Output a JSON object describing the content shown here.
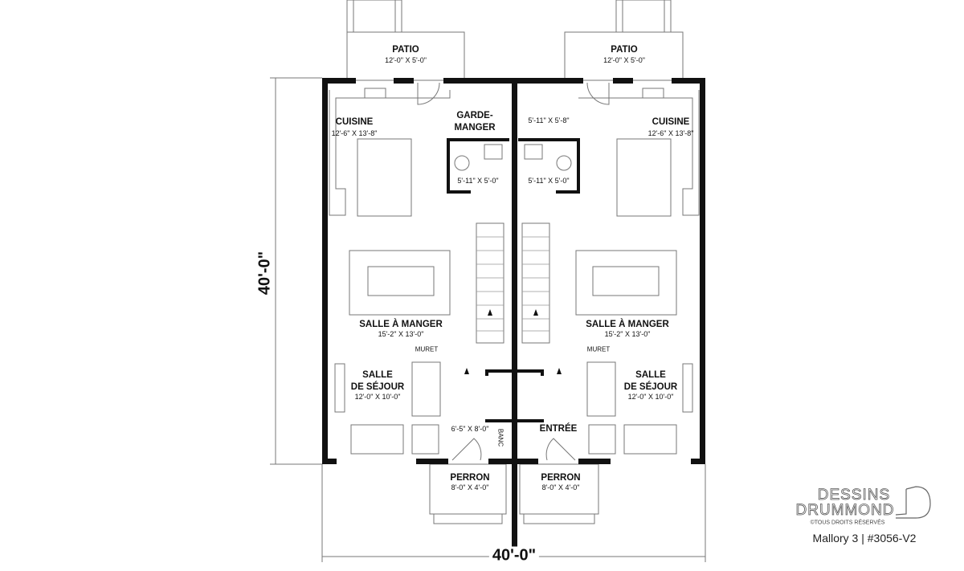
{
  "dimensions": {
    "depth": "40'-0\"",
    "width": "40'-0\""
  },
  "units": [
    {
      "patio": {
        "name": "PATIO",
        "size": "12'-0\" X 5'-0\""
      },
      "kitchen": {
        "name": "CUISINE",
        "size": "12'-6\" X 13'-8\""
      },
      "pantry": {
        "name": "GARDE-MANGER"
      },
      "bathroom": {
        "size": "5'-11\" X 5'-0\""
      },
      "dining": {
        "name": "SALLE À MANGER",
        "size": "15'-2\" X 13'-0\""
      },
      "muret": "MURET",
      "living": {
        "name_line1": "SALLE",
        "name_line2": "DE SÉJOUR",
        "size": "12'-0\" X 10'-0\""
      },
      "entry": {
        "size": "6'-5\" X 8'-0\"",
        "bench": "BANC"
      },
      "porch": {
        "name": "PERRON",
        "size": "8'-0\" X 4'-0\""
      }
    },
    {
      "patio": {
        "name": "PATIO",
        "size": "12'-0\" X 5'-0\""
      },
      "kitchen": {
        "name": "CUISINE",
        "size": "12'-6\" X 13'-8\""
      },
      "pantry": {
        "size": "5'-11\" X 5'-8\""
      },
      "bathroom": {
        "size": "5'-11\" X 5'-0\""
      },
      "dining": {
        "name": "SALLE À MANGER",
        "size": "15'-2\" X 13'-0\""
      },
      "muret": "MURET",
      "living": {
        "name_line1": "SALLE",
        "name_line2": "DE SÉJOUR",
        "size": "12'-0\" X 10'-0\""
      },
      "entry": {
        "name": "ENTRÉE"
      },
      "porch": {
        "name": "PERRON",
        "size": "8'-0\" X 4'-0\""
      }
    }
  ],
  "brand": {
    "line1": "DESSINS",
    "line2": "DRUMMOND",
    "copyright": "©TOUS DROITS RÉSERVÉS",
    "model": "Mallory 3 | #3056-V2"
  }
}
